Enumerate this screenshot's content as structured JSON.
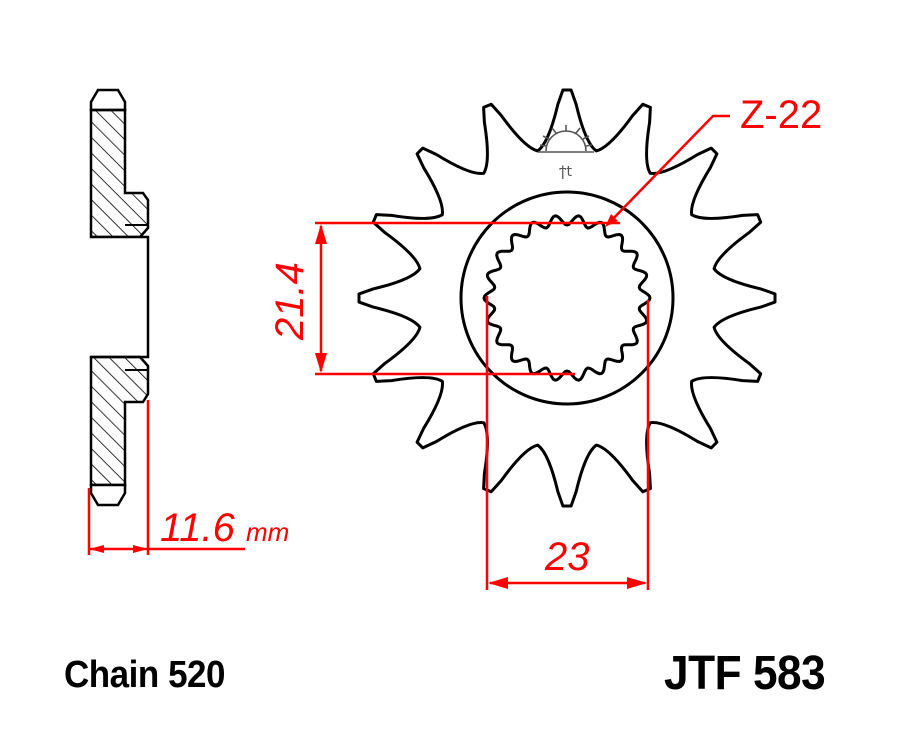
{
  "diagram": {
    "type": "technical-drawing",
    "subject": "front sprocket",
    "views": [
      "side-section-profile",
      "front-face"
    ],
    "colors": {
      "outline": "#000000",
      "dimension": "#ff0000",
      "background": "#ffffff",
      "logo": "#555555"
    },
    "sprocket": {
      "teeth_drawn": 16,
      "spline_count_label": "Z-22"
    },
    "dimensions": {
      "thickness": {
        "value": "11.6",
        "unit": "mm"
      },
      "spline_inner": {
        "value": "21.4"
      },
      "spline_outer": {
        "value": "23"
      },
      "spline_callout": "Z-22"
    },
    "labels": {
      "chain": "Chain 520",
      "part_number": "JTF 583"
    }
  }
}
